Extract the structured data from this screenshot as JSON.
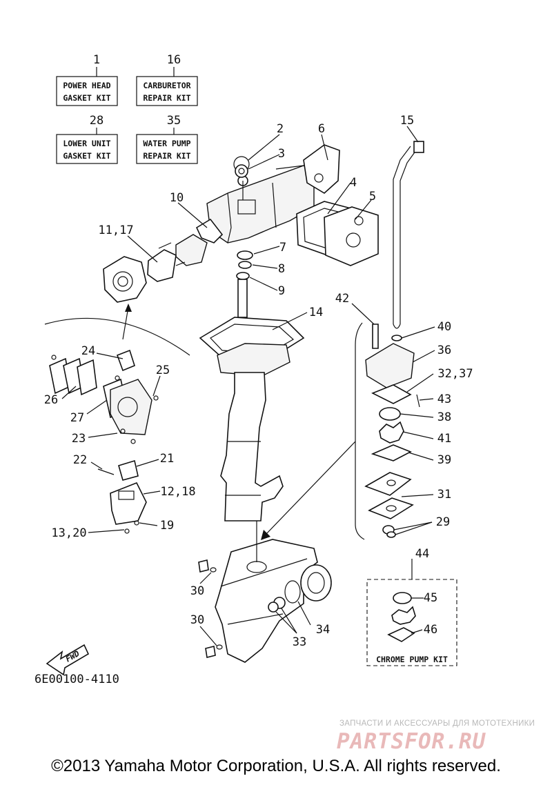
{
  "kits": {
    "power_head": {
      "num": "1",
      "line1": "POWER HEAD",
      "line2": "GASKET KIT"
    },
    "carburetor": {
      "num": "16",
      "line1": "CARBURETOR",
      "line2": "REPAIR KIT"
    },
    "lower_unit": {
      "num": "28",
      "line1": "LOWER UNIT",
      "line2": "GASKET KIT"
    },
    "water_pump": {
      "num": "35",
      "line1": "WATER PUMP",
      "line2": "REPAIR KIT"
    }
  },
  "labels": {
    "l2": "2",
    "l3": "3",
    "l4": "4",
    "l5": "5",
    "l6": "6",
    "l7": "7",
    "l8": "8",
    "l9": "9",
    "l10": "10",
    "l11_17": "11,17",
    "l14": "14",
    "l15": "15",
    "l24": "24",
    "l25": "25",
    "l26": "26",
    "l27": "27",
    "l23": "23",
    "l22": "22",
    "l21": "21",
    "l12_18": "12,18",
    "l13_20": "13,20",
    "l19": "19",
    "l42": "42",
    "l40": "40",
    "l36": "36",
    "l32_37": "32,37",
    "l43": "43",
    "l38": "38",
    "l41": "41",
    "l39": "39",
    "l31": "31",
    "l29": "29",
    "l44": "44",
    "l45": "45",
    "l46": "46",
    "l30a": "30",
    "l30b": "30",
    "l34": "34",
    "l33": "33"
  },
  "chrome_kit_label": "CHROME PUMP KIT",
  "fwd_label": "FWD",
  "diagram_code": "6E00100-4110",
  "copyright": "©2013 Yamaha Motor Corporation, U.S.A. All rights reserved.",
  "watermark": {
    "tagline": "ЗАПЧАСТИ И АКСЕССУАРЫ ДЛЯ МОТОТЕХНИКИ",
    "logo": "PARTSFOR.RU"
  }
}
